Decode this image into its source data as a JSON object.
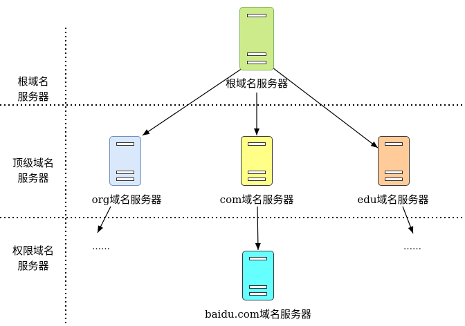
{
  "levels": [
    {
      "line1": "根域名",
      "line2": "服务器"
    },
    {
      "line1": "顶级域名",
      "line2": "服务器"
    },
    {
      "line1": "权限域名",
      "line2": "服务器"
    }
  ],
  "servers": {
    "root": {
      "label": "根域名服务器",
      "icon": "server-icon",
      "fill": "#cdeb8b",
      "stroke": "#82b366"
    },
    "org": {
      "label": "org域名服务器",
      "icon": "server-icon",
      "fill": "#dae8fc",
      "stroke": "#6c8ebf"
    },
    "com": {
      "label": "com域名服务器",
      "icon": "server-icon",
      "fill": "#ffff88",
      "stroke": "#36393d"
    },
    "edu": {
      "label": "edu域名服务器",
      "icon": "server-icon",
      "fill": "#ffcc99",
      "stroke": "#36393d"
    },
    "baidu": {
      "label": "baidu.com域名服务器",
      "icon": "server-icon",
      "fill": "#66ffff",
      "stroke": "#36393d"
    }
  },
  "ellipsis": {
    "left": "……",
    "right": "……"
  },
  "colors": {
    "line": "#000000",
    "background": "#ffffff"
  }
}
